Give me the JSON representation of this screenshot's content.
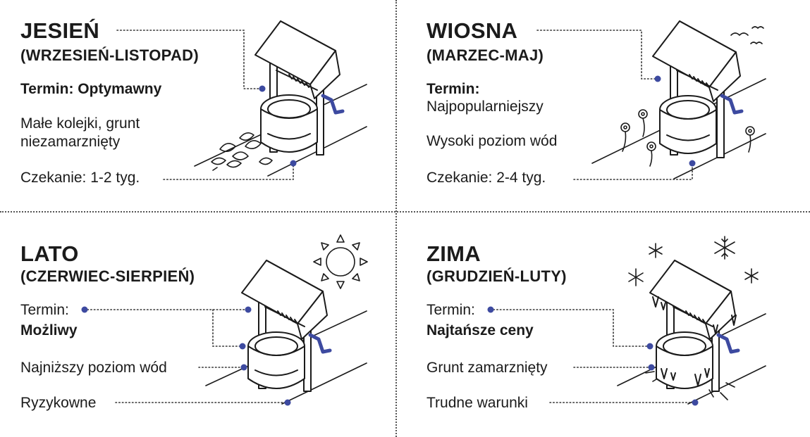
{
  "colors": {
    "accent": "#3d4aa0",
    "ink": "#1b1b1b",
    "background": "#ffffff"
  },
  "panels": {
    "autumn": {
      "title": "JESIEŃ",
      "subtitle": "(WRZESIEŃ-LISTOPAD)",
      "term_label": "Termin: Optymawny",
      "description": "Małe kolejki, grunt niezamarznięty",
      "description_line1": "Małe kolejki, grunt",
      "description_line2": "niezamarznięty",
      "wait": "Czekanie: 1-2 tyg.",
      "icon": "falling-leaves-icon"
    },
    "spring": {
      "title": "WIOSNA",
      "subtitle": "(MARZEC-MAJ)",
      "term_label": "Termin:",
      "term_value": "Najpopularniejszy",
      "water": "Wysoki poziom wód",
      "wait": "Czekanie: 2-4 tyg.",
      "icon": "flowers-and-birds-icon"
    },
    "summer": {
      "title": "LATO",
      "subtitle": "(CZERWIEC-SIERPIEŃ)",
      "term_label": "Termin:",
      "term_value": "Możliwy",
      "water": "Najniższy poziom wód",
      "risk": "Ryzykowne",
      "icon": "sun-icon"
    },
    "winter": {
      "title": "ZIMA",
      "subtitle": "(GRUDZIEŃ-LUTY)",
      "term_label": "Termin:",
      "term_value": "Najtańsze ceny",
      "ground": "Grunt zamarznięty",
      "conditions": "Trudne warunki",
      "icon": "snowflake-icon"
    }
  }
}
